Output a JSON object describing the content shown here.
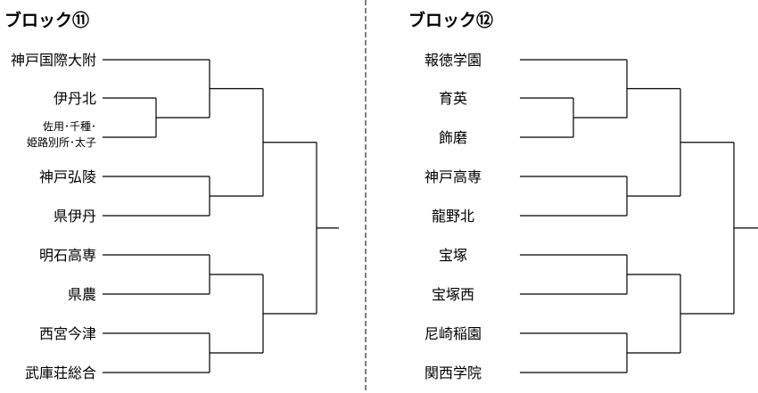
{
  "blocks": [
    {
      "title": "ブロック⑪",
      "teams": [
        {
          "lines": [
            "神戸国際大附"
          ]
        },
        {
          "lines": [
            "伊丹北"
          ]
        },
        {
          "lines": [
            "佐用･千種･",
            "姫路別所･太子"
          ]
        },
        {
          "lines": [
            "神戸弘陵"
          ]
        },
        {
          "lines": [
            "県伊丹"
          ]
        },
        {
          "lines": [
            "明石高専"
          ]
        },
        {
          "lines": [
            "県農"
          ]
        },
        {
          "lines": [
            "西宮今津"
          ]
        },
        {
          "lines": [
            "武庫荘総合"
          ]
        }
      ]
    },
    {
      "title": "ブロック⑫",
      "teams": [
        {
          "lines": [
            "報徳学園"
          ]
        },
        {
          "lines": [
            "育英"
          ]
        },
        {
          "lines": [
            "飾磨"
          ]
        },
        {
          "lines": [
            "神戸高専"
          ]
        },
        {
          "lines": [
            "龍野北"
          ]
        },
        {
          "lines": [
            "宝塚"
          ]
        },
        {
          "lines": [
            "宝塚西"
          ]
        },
        {
          "lines": [
            "尼崎稲園"
          ]
        },
        {
          "lines": [
            "関西学院"
          ]
        }
      ]
    }
  ]
}
